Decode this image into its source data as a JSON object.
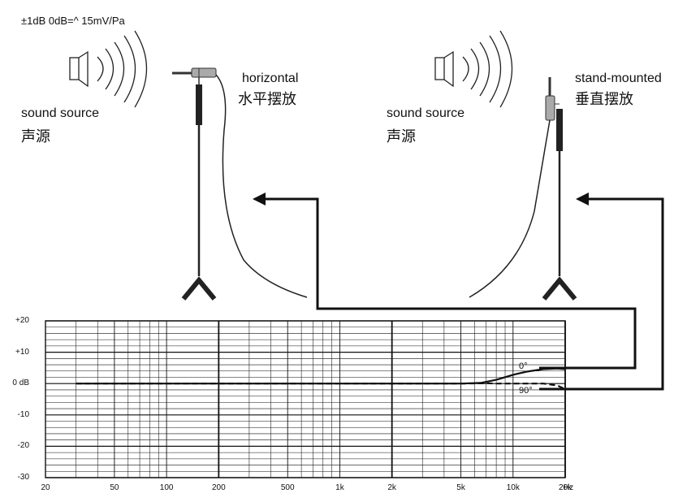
{
  "spec": "±1dB 0dB=^ 15mV/Pa",
  "left_setup": {
    "source_en": "sound source",
    "source_cn": "声源",
    "mount_en": "horizontal",
    "mount_cn": "水平摆放"
  },
  "right_setup": {
    "source_en": "sound source",
    "source_cn": "声源",
    "mount_en": "stand-mounted",
    "mount_cn": "垂直摆放"
  },
  "chart_data": {
    "type": "line",
    "x_scale": "log",
    "xlim": [
      20,
      20000
    ],
    "ylim": [
      -30,
      20
    ],
    "x_ticks": [
      "20",
      "50",
      "100",
      "200",
      "500",
      "1k",
      "2k",
      "5k",
      "10k",
      "20k",
      "Hz"
    ],
    "y_ticks": [
      "+20",
      "+10",
      "0 dB",
      "-10",
      "-20",
      "-30"
    ],
    "grid": true,
    "series": [
      {
        "name": "0°",
        "style": "solid",
        "x": [
          30,
          100,
          1000,
          5000,
          6500,
          8000,
          10000,
          12000,
          15000,
          18000,
          20000
        ],
        "y": [
          0,
          0,
          0,
          0,
          0.2,
          1.2,
          2.8,
          3.8,
          4.6,
          4.8,
          4.6
        ]
      },
      {
        "name": "90°",
        "style": "dashed",
        "x": [
          30,
          100,
          1000,
          5000,
          7000,
          8000,
          10000,
          15000,
          18000,
          20000
        ],
        "y": [
          0,
          0,
          0,
          0,
          0.1,
          0,
          0,
          0,
          -0.6,
          -1.8
        ]
      }
    ]
  }
}
